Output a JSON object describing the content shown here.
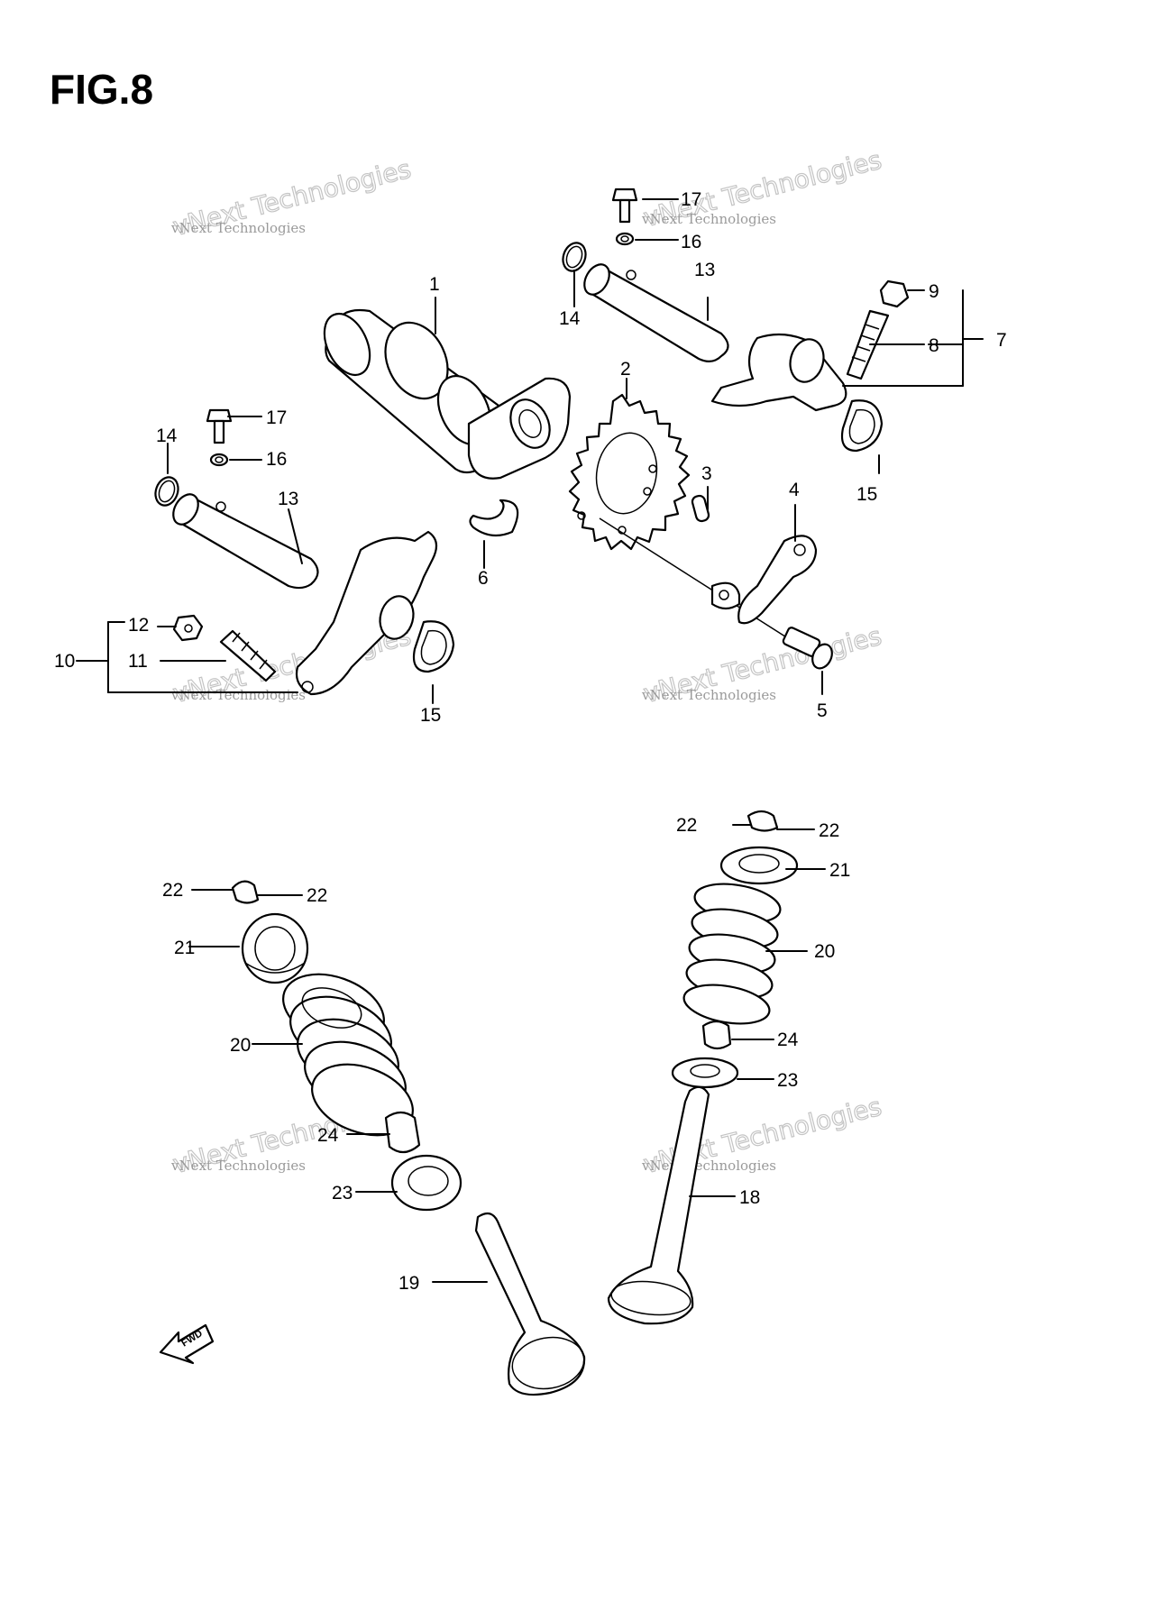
{
  "figure": {
    "title": "FIG.8"
  },
  "watermark": {
    "line1": "vNext Technologies",
    "line2": "vNext Technologies"
  },
  "callouts": {
    "c1": "1",
    "c2": "2",
    "c3": "3",
    "c4": "4",
    "c5": "5",
    "c6": "6",
    "c7": "7",
    "c8": "8",
    "c9": "9",
    "c10": "10",
    "c11": "11",
    "c12": "12",
    "c13": "13",
    "c14": "14",
    "c15": "15",
    "c16": "16",
    "c17": "17",
    "c18": "18",
    "c19": "19",
    "c20": "20",
    "c21": "21",
    "c22": "22",
    "c23": "23",
    "c24": "24"
  },
  "fwd_arrow": {
    "label": "FWD"
  }
}
